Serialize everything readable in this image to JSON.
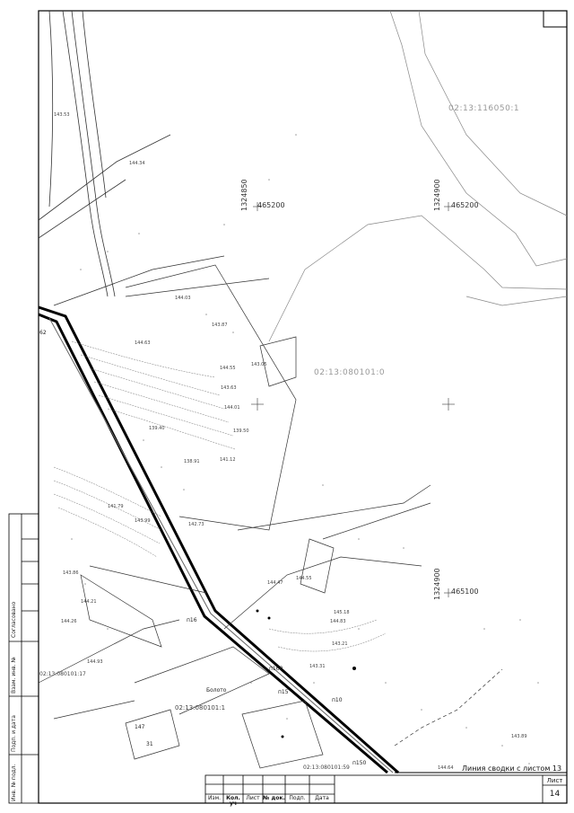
{
  "parcels": {
    "p1": "02:13:116050:1",
    "p2": "02:13:080101:0",
    "p3": "02:13:080101:1"
  },
  "grid": {
    "g1_n": "1324850",
    "g1_e": "465200",
    "g2_n": "1324900",
    "g2_e": "465200",
    "g3_n": "1324900",
    "g3_e": "465100"
  },
  "pickets": {
    "pk1": "п16",
    "pk2": "п160",
    "pk3": "п15",
    "pk4": "п150",
    "pk5": "п10"
  },
  "map_labels": {
    "swamp": "Болото",
    "kad_left": "02:13:080101:17",
    "kad_bottom": "02:13:080101:59",
    "num_62": "62",
    "num_147": "147",
    "num_31": "31"
  },
  "elevations": [
    "143.53",
    "144.34",
    "144.03",
    "143.87",
    "144.63",
    "144.55",
    "143.05",
    "143.63",
    "144.01",
    "139.40",
    "139.50",
    "138.91",
    "141.12",
    "141.79",
    "143.99",
    "142.73",
    "143.86",
    "144.21",
    "144.26",
    "144.47",
    "144.55",
    "144.93",
    "143.31",
    "143.21",
    "144.83",
    "145.18",
    "144.64",
    "143.89"
  ],
  "match_line": "Линия сводки с листом 13",
  "stamp": {
    "sheet_label": "Лист",
    "sheet_number": "14",
    "col1": "Изм.",
    "col2": "Кол. уч",
    "col3": "Лист",
    "col4": "№ док.",
    "col5": "Подп.",
    "col6": "Дата"
  },
  "left_stamp": {
    "agreed": "Согласовано",
    "replaced": "Взам. инв. №",
    "signdate": "Подп. и дата",
    "inv": "Инв. № подл."
  }
}
